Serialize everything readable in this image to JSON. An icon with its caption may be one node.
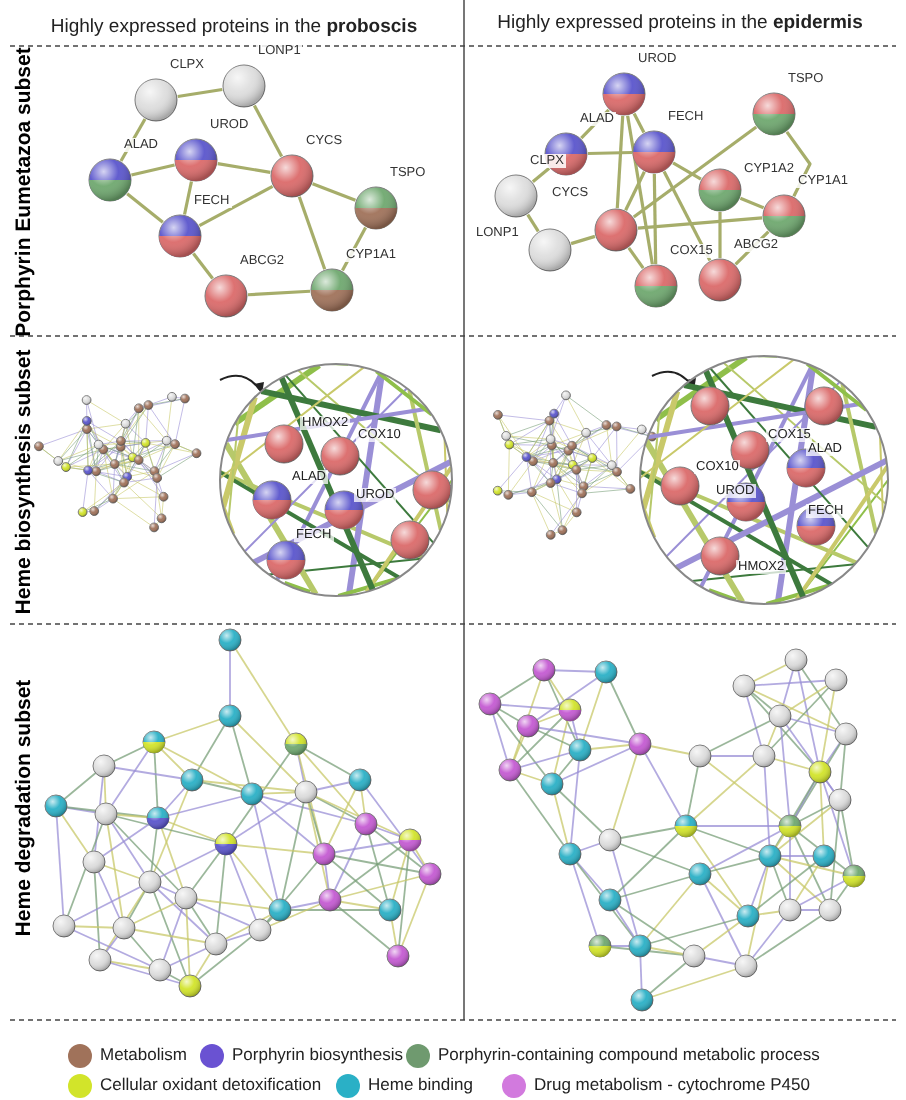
{
  "diagram": {
    "nodes": [
      {
        "text": [
          "CLPX"
        ]
      },
      {
        "text": [
          "LONP1"
        ]
      },
      {
        "text": [
          "ALAD"
        ]
      },
      {
        "text": [
          "UROD"
        ]
      },
      {
        "text": [
          "CYCS"
        ]
      },
      {
        "text": [
          "TSPO"
        ]
      },
      {
        "text": [
          "FECH"
        ]
      },
      {
        "text": [
          "ABCG2"
        ]
      },
      {
        "text": [
          "CYP1A1"
        ]
      },
      {
        "text": [
          "UROD"
        ]
      },
      {
        "text": [
          "TSPO"
        ]
      },
      {
        "text": [
          "ALAD"
        ]
      },
      {
        "text": [
          "FECH"
        ]
      },
      {
        "text": [
          "CYP1A2"
        ]
      },
      {
        "text": [
          "CLPX"
        ]
      },
      {
        "text": [
          "CYP1A1"
        ]
      },
      {
        "text": [
          "LONP1"
        ]
      },
      {
        "text": [
          "CYCS"
        ]
      },
      {
        "text": [
          "COX15"
        ]
      },
      {
        "text": [
          "ABCG2"
        ]
      }
    ],
    "edges": [
      {
        "from": 0,
        "to": 1,
        "arrow": "none"
      },
      {
        "from": 0,
        "to": 2,
        "arrow": "none"
      },
      {
        "from": 1,
        "to": 4,
        "arrow": "none"
      },
      {
        "from": 2,
        "to": 3,
        "arrow": "none"
      },
      {
        "from": 2,
        "to": 6,
        "arrow": "none"
      },
      {
        "from": 3,
        "to": 6,
        "arrow": "none"
      },
      {
        "from": 3,
        "to": 4,
        "arrow": "none"
      },
      {
        "from": 6,
        "to": 4,
        "arrow": "none"
      },
      {
        "from": 4,
        "to": 5,
        "arrow": "none"
      },
      {
        "from": 4,
        "to": 8,
        "arrow": "none"
      },
      {
        "from": 5,
        "to": 8,
        "arrow": "none"
      },
      {
        "from": 6,
        "to": 7,
        "arrow": "none"
      },
      {
        "from": 7,
        "to": 8,
        "arrow": "none"
      },
      {
        "from": 9,
        "to": 11,
        "arrow": "none"
      },
      {
        "from": 9,
        "to": 12,
        "arrow": "none"
      },
      {
        "from": 9,
        "to": 17,
        "arrow": "none"
      },
      {
        "from": 9,
        "to": 18,
        "arrow": "none"
      },
      {
        "from": 11,
        "to": 12,
        "arrow": "none"
      },
      {
        "from": 11,
        "to": 14,
        "arrow": "none"
      },
      {
        "from": 14,
        "to": 16,
        "arrow": "none"
      },
      {
        "from": 16,
        "to": 17,
        "arrow": "none"
      },
      {
        "from": 12,
        "to": 17,
        "arrow": "none"
      },
      {
        "from": 12,
        "to": 18,
        "arrow": "none"
      },
      {
        "from": 12,
        "to": 19,
        "arrow": "none"
      },
      {
        "from": 12,
        "to": 13,
        "arrow": "none"
      },
      {
        "from": 10,
        "to": 17,
        "arrow": "none"
      },
      {
        "from": 10,
        "to": 15,
        "arrow": "none"
      },
      {
        "from": 13,
        "to": 15,
        "arrow": "none"
      },
      {
        "from": 13,
        "to": 19,
        "arrow": "none"
      },
      {
        "from": 15,
        "to": 19,
        "arrow": "none"
      },
      {
        "from": 15,
        "to": 17,
        "arrow": "none"
      },
      {
        "from": 17,
        "to": 18,
        "arrow": "none"
      }
    ],
    "labels": [
      "Highly expressed proteins in the **proboscis**",
      "Highly expressed proteins in the **epidermis**",
      "Porphyrin Eumetazoa subset",
      "Heme biosynthesis subset",
      "HMOX2",
      "COX10",
      "ALAD",
      "UROD",
      "FECH",
      "COX15",
      "COX10",
      "ALAD",
      "UROD",
      "FECH",
      "HMOX2",
      "Heme degradation subset"
    ],
    "legend": [
      {
        "text": "Metabolism",
        "color": "#a0725a"
      },
      {
        "text": "Porphyrin biosynthesis",
        "color": "#6a52d2"
      },
      {
        "text": "Porphyrin-containing compound metabolic process",
        "color": "#6f9a6f"
      },
      {
        "text": "Cellular oxidant detoxification",
        "color": "#d2e42a"
      },
      {
        "text": "Heme binding",
        "color": "#2ab0c6"
      },
      {
        "text": "Drug metabolism - cytochrome P450",
        "color": "#d27ade"
      }
    ]
  }
}
